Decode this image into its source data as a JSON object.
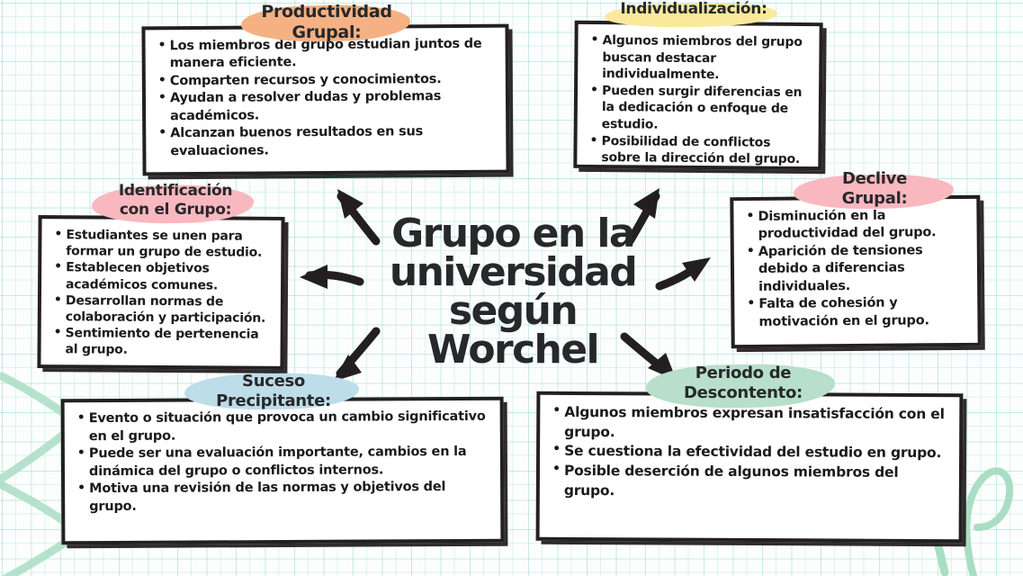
{
  "meta": {
    "doc_type": "hand-drawn mind map",
    "language": "es"
  },
  "center": {
    "title": "Grupo en la\nuniversidad\nsegún\nWorchel"
  },
  "palette": {
    "ink": "#241f20",
    "paper": "#ffffff",
    "grid": "#78cdbe",
    "highlight_orange": "#f5b183",
    "highlight_yellow": "#fae99a",
    "highlight_pink": "#f9b8c0",
    "highlight_blue": "#bddde8",
    "highlight_green": "#b7dfcb",
    "deco_green": "#a9ddc4"
  },
  "nodes": [
    {
      "id": "productividad-grupal",
      "heading": "Productividad\nGrupal:",
      "highlight": "#f5b183",
      "items": [
        "Los miembros del grupo estudian juntos de manera eficiente.",
        "Comparten recursos y conocimientos.",
        "Ayudan a resolver dudas y problemas académicos.",
        "Alcanzan buenos resultados en sus evaluaciones."
      ]
    },
    {
      "id": "individualizacion",
      "heading": "Individualización:",
      "highlight": "#fae99a",
      "items": [
        "Algunos miembros del grupo buscan destacar individualmente.",
        "Pueden surgir diferencias en la dedicación o enfoque de estudio.",
        "Posibilidad de conflictos sobre la dirección del grupo."
      ]
    },
    {
      "id": "declive-grupal",
      "heading": "Declive\nGrupal:",
      "highlight": "#f9b8c0",
      "items": [
        "Disminución en la productividad del grupo.",
        "Aparición de tensiones debido a diferencias individuales.",
        "Falta de cohesión y motivación en el grupo."
      ]
    },
    {
      "id": "identificacion-con-el-grupo",
      "heading": "Identificación\ncon el Grupo:",
      "highlight": "#f9b8c0",
      "items": [
        "Estudiantes se unen para formar un grupo de estudio.",
        "Establecen objetivos académicos comunes.",
        "Desarrollan normas de colaboración y participación.",
        "Sentimiento de pertenencia al grupo."
      ]
    },
    {
      "id": "suceso-precipitante",
      "heading": "Suceso\nPrecipitante:",
      "highlight": "#bddde8",
      "items": [
        "Evento o situación que provoca un cambio significativo en el grupo.",
        "Puede ser una evaluación importante, cambios en la dinámica del grupo o conflictos internos.",
        "Motiva una revisión de las normas y objetivos del grupo."
      ]
    },
    {
      "id": "periodo-de-descontento",
      "heading": "Periodo de\nDescontento:",
      "highlight": "#b7dfcb",
      "items": [
        "Algunos miembros expresan insatisfacción con el grupo.",
        "Se cuestiona la efectividad del estudio en grupo.",
        "Posible deserción de algunos miembros del grupo."
      ]
    }
  ],
  "connectors": [
    {
      "id": "arrow-to-productividad",
      "from": "center",
      "to": "productividad-grupal",
      "direction": "up-left"
    },
    {
      "id": "arrow-to-individualizacion",
      "from": "center",
      "to": "individualizacion",
      "direction": "up-right"
    },
    {
      "id": "arrow-to-declive",
      "from": "center",
      "to": "declive-grupal",
      "direction": "right"
    },
    {
      "id": "arrow-to-identificacion",
      "from": "center",
      "to": "identificacion-con-el-grupo",
      "direction": "left"
    },
    {
      "id": "arrow-to-suceso",
      "from": "center",
      "to": "suceso-precipitante",
      "direction": "down-left"
    },
    {
      "id": "arrow-to-descontento",
      "from": "center",
      "to": "periodo-de-descontento",
      "direction": "down-right"
    }
  ]
}
